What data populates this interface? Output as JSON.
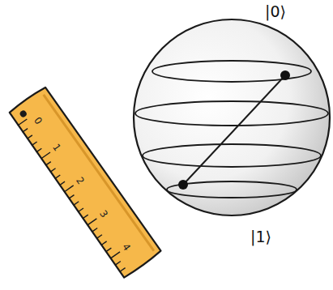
{
  "diagram": {
    "labels": [
      "|0⟩",
      "|1⟩",
      "0",
      "1",
      "2",
      "3",
      "4"
    ]
  }
}
